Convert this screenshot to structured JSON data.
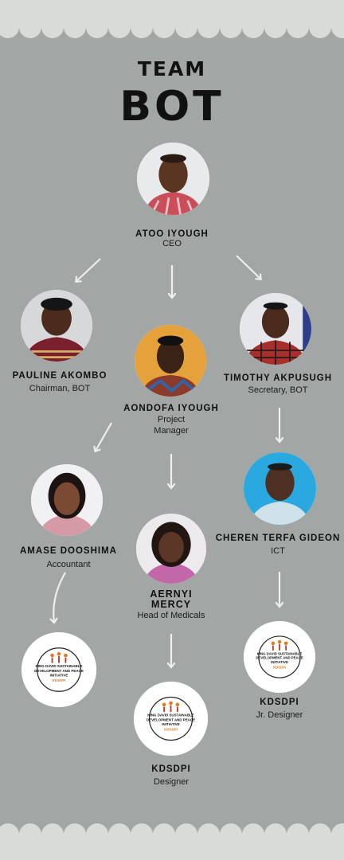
{
  "header": {
    "title_small": "TEAM",
    "title_big": "BOT"
  },
  "members": {
    "ceo": {
      "name": "ATOO IYOUGH",
      "role": "CEO"
    },
    "chairman": {
      "name": "PAULINE AKOMBO",
      "role": "Chairman, BOT"
    },
    "pm": {
      "name": "AONDOFA IYOUGH",
      "role1": "Project",
      "role2": "Manager"
    },
    "secretary": {
      "name": "TIMOTHY AKPUSUGH",
      "role": "Secretary, BOT"
    },
    "accountant": {
      "name": "AMASE DOOSHIMA",
      "role": "Accountant"
    },
    "ict": {
      "name": "CHEREN TERFA GIDEON",
      "role": "ICT"
    },
    "medical": {
      "name1": "AERNYI",
      "name2": "MERCY",
      "role": "Head of Medicals"
    },
    "jr_designer": {
      "name": "KDSDPI",
      "role": "Jr. Designer"
    },
    "designer": {
      "name": "KDSDPI",
      "role": "Designer"
    }
  },
  "logo": {
    "line1": "KING DAVID SUSTAINABLE",
    "line2": "DEVELOPMENT AND PEACE",
    "line3": "INITIATIVE",
    "badge": "KDSDPI"
  },
  "colors": {
    "background": "#a2a6a5",
    "scallop": "#d9dbd9",
    "arrow": "#eeeeee",
    "text": "#111111"
  }
}
